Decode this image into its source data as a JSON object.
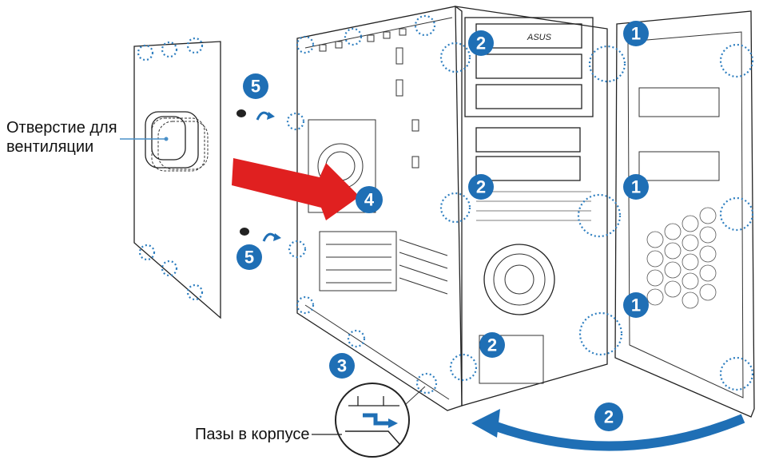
{
  "labels": {
    "ventilation": "Отверстие для вентиляции",
    "chassis_slots": "Пазы в корпусе"
  },
  "callouts": [
    {
      "id": "c1a",
      "text": "1"
    },
    {
      "id": "c1b",
      "text": "1"
    },
    {
      "id": "c1c",
      "text": "1"
    },
    {
      "id": "c2a",
      "text": "2"
    },
    {
      "id": "c2b",
      "text": "2"
    },
    {
      "id": "c2c",
      "text": "2"
    },
    {
      "id": "c2d",
      "text": "2"
    },
    {
      "id": "c3",
      "text": "3"
    },
    {
      "id": "c4",
      "text": "4"
    },
    {
      "id": "c5a",
      "text": "5"
    },
    {
      "id": "c5b",
      "text": "5"
    }
  ],
  "colors": {
    "callout_blue": "#1f6fb5",
    "dotted_ring": "#2f7fc0",
    "arrow_red": "#e02020",
    "rotate_arrow": "#1f6fb5"
  }
}
